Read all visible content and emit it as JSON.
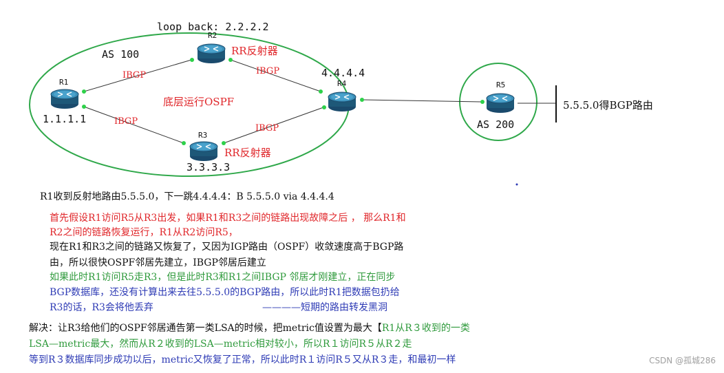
{
  "colors": {
    "ellipse_stroke": "#2fa84a",
    "red_text": "#e0262a",
    "green_text": "#2f9a3c",
    "blue_text": "#2e3bb5",
    "black_text": "#111111",
    "port_dot": "#2ed14a",
    "link": "#333333",
    "watermark": "#a0a0a0"
  },
  "diagram": {
    "loopback_label": "loop back: 2.2.2.2",
    "as100_label": "AS 100",
    "as200_label": "AS 200",
    "ospf_label": "底层运行OSPF",
    "routers": {
      "r1": {
        "name": "R1",
        "ip": "1.1.1.1",
        "icon": "router-icon"
      },
      "r2": {
        "name": "R2",
        "note": "RR反射器",
        "icon": "router-icon"
      },
      "r3": {
        "name": "R3",
        "ip": "3.3.3.3",
        "note": "RR反射器",
        "icon": "router-icon"
      },
      "r4": {
        "name": "R4",
        "ip": "4.4.4.4",
        "icon": "router-icon"
      },
      "r5": {
        "name": "R5",
        "icon": "router-icon"
      }
    },
    "links": {
      "r1_r2": "IBGP",
      "r1_r3": "IBGP",
      "r2_r4": "IBGP",
      "r3_r4": "IBGP"
    },
    "r5_route": "5.5.5.0得BGP路由"
  },
  "text": {
    "line1": "R1收到反射地路由5.5.5.0，下一跳4.4.4.4：B  5.5.5.0  via  4.4.4.4",
    "red1": "首先假设R1访问R5从R3出发，如果R1和R3之间的链路出现故障之后 ， 那么R1和",
    "red2": "R2之间的链路恢复运行，R1从R2访问R5，",
    "black1": "现在R1和R3之间的链路又恢复了，又因为IGP路由（OSPF）收敛速度高于BGP路",
    "black2": "由，所以很快OSPF邻居先建立，IBGP邻居后建立",
    "green1": "如果此时R1访问R5走R3，但是此时R3和R1之间IBGP 邻居才刚建立，正在同步",
    "blue1": "BGP数据库，还没有计算出来去往5.5.5.0的BGP路由，所以此时R1把数据包扔给",
    "blue2": "R3的话，R3会将他丢弃",
    "blue3": "————短期的路由转发黑洞",
    "sol_black": "解决：让R3给他们的OSPF邻居通告第一类LSA的时候，把metric值设置为最大【",
    "sol_green1": "R1从R３收到的一类",
    "sol_green2": "LSA—metric最大，然而从R２收到的LSA—metric相对较小，所以R１访问R５从R２走",
    "sol_blue": "等到R３数据库同步成功以后，metric又恢复了正常，所以此时R１访问R５又从R３走，和最初一样"
  },
  "watermark": "CSDN @孤城286"
}
